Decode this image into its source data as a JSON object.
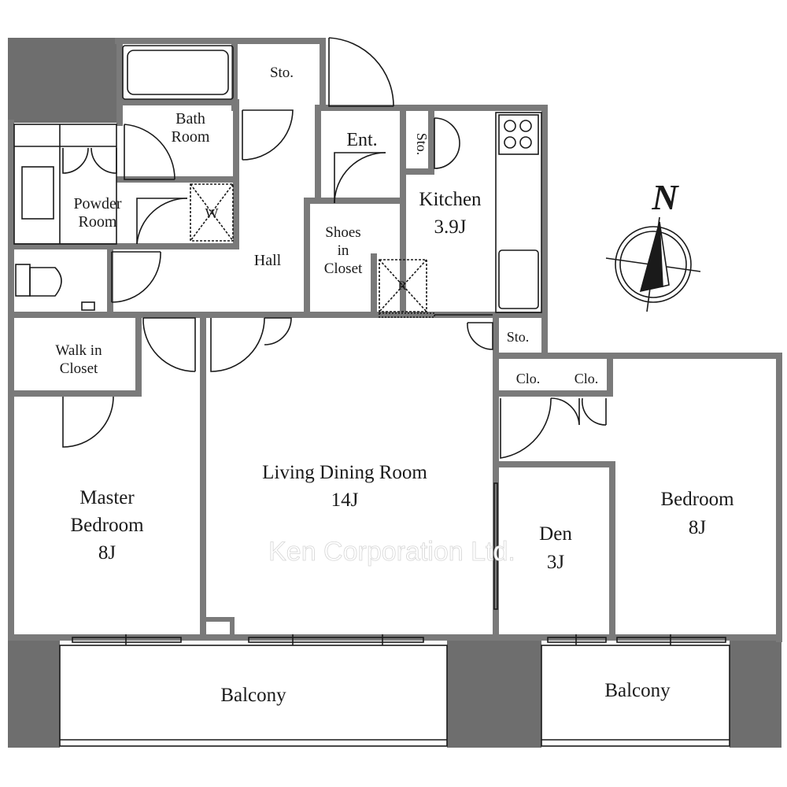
{
  "labels": {
    "sto_top": "Sto.",
    "bath": [
      "Bath",
      "Room"
    ],
    "ent": "Ent.",
    "sto_kitchen": "Sto.",
    "kitchen": [
      "Kitchen",
      "3.9J"
    ],
    "powder": [
      "Powder",
      "Room"
    ],
    "w": "W",
    "hall": "Hall",
    "shoes": [
      "Shoes",
      "in",
      "Closet"
    ],
    "r": "R",
    "walkin": [
      "Walk in",
      "Closet"
    ],
    "sto_small": "Sto.",
    "clo1": "Clo.",
    "clo2": "Clo.",
    "living": [
      "Living Dining Room",
      "14J"
    ],
    "master": [
      "Master",
      "Bedroom",
      "8J"
    ],
    "den": [
      "Den",
      "3J"
    ],
    "bedroom": [
      "Bedroom",
      "8J"
    ],
    "balcony_left": "Balcony",
    "balcony_right": "Balcony",
    "compass_n": "N"
  },
  "watermark": "Ken Corporation Ltd.",
  "colors": {
    "wall": "#7a7a7a",
    "column": "#6e6e6e",
    "line": "#1a1a1a",
    "background": "#ffffff"
  }
}
